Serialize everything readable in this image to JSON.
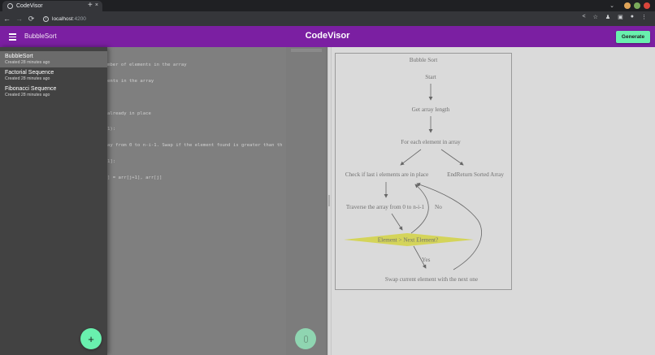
{
  "browser": {
    "tab_title": "CodeVisor",
    "tab_close": "×",
    "new_tab": "+",
    "url_host": "localhost",
    "url_port": ":4200",
    "nav": {
      "back": "←",
      "forward": "→",
      "reload": "⟳"
    },
    "toolbar_icons": [
      "share-icon",
      "star-icon",
      "extensions-icon",
      "sidepanel-icon",
      "profile-icon",
      "more-icon"
    ],
    "window_controls": {
      "minimize": "#e0a458",
      "maximize": "#7aab5b",
      "close": "#d9453b"
    }
  },
  "appbar": {
    "current_project": "BubbleSort",
    "title": "CodeVisor",
    "generate_label": "Generate",
    "color": "#7b1fa2",
    "accent": "#69f0ae"
  },
  "drawer": {
    "items": [
      {
        "title": "BubbleSort",
        "subtitle": "Created 28 minutes ago",
        "active": true
      },
      {
        "title": "Factorial Sequence",
        "subtitle": "Created 28 minutes ago",
        "active": false
      },
      {
        "title": "Fibonacci Sequence",
        "subtitle": "Created 28 minutes ago",
        "active": false
      }
    ],
    "add_label": "+"
  },
  "editor": {
    "visible_lines": [
      "mber of elements in the array",
      "ents in the array",
      "",
      "already in place",
      "1):",
      "ay from 0 to n-i-1. Swap if the element found is greater than th",
      "1]:",
      "] = arr[j+1], arr[j]"
    ]
  },
  "diagram": {
    "title": "Bubble Sort",
    "nodes": {
      "start": "Start",
      "get_length": "Get array length",
      "for_each": "For each element in array",
      "check_last": "Check if last i elements are in place",
      "end": "EndReturn Sorted Array",
      "traverse": "Traverse the array from 0 to n-i-1",
      "compare": "Element > Next Element?",
      "swap": "Swap current element with the next one"
    },
    "edge_labels": {
      "no": "No",
      "yes": "Yes"
    },
    "decision_color": "#d4d45a"
  }
}
